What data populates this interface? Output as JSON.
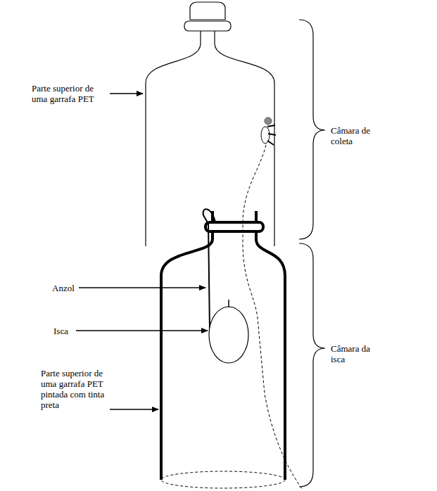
{
  "diagram": {
    "labels": [
      "Parte superior de uma garrafa PET",
      "Anzol",
      "Isca",
      "Parte superior de uma garrafa PET pintada com tinta preta",
      "Câmara de coleta",
      "Câmara da isca"
    ]
  }
}
